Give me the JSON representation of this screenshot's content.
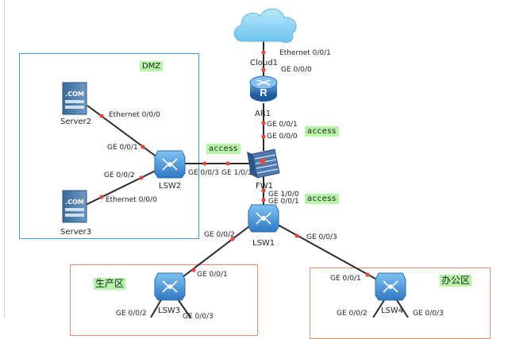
{
  "zones": {
    "dmz": "DMZ",
    "production": "生产区",
    "office": "办公区"
  },
  "tags": {
    "access_lsw2": "access",
    "access_ar1": "access",
    "access_lsw1": "access"
  },
  "devices": {
    "cloud1": "Cloud1",
    "ar1": "AR1",
    "fw1": "FW1",
    "lsw1": "LSW1",
    "lsw2": "LSW2",
    "lsw3": "LSW3",
    "lsw4": "LSW4",
    "server2": "Server2",
    "server3": "Server3",
    "server_glyph": ".COM"
  },
  "ports": {
    "cloud1_eth": "Ethernet 0/0/1",
    "ar1_ge000_top": "GE 0/0/0",
    "ar1_ge001": "GE 0/0/1",
    "fw1_ge000": "GE 0/0/0",
    "fw1_ge101": "GE 1/0/1",
    "fw1_ge100": "GE 1/0/0",
    "lsw2_ge003": "GE 0/0/3",
    "lsw2_ge001": "GE 0/0/1",
    "lsw2_ge002": "GE 0/0/2",
    "server2_eth": "Ethernet 0/0/0",
    "server3_eth": "Ethernet 0/0/0",
    "lsw1_ge001": "GE 0/0/1",
    "lsw1_ge002": "GE 0/0/2",
    "lsw1_ge003": "GE 0/0/3",
    "lsw3_ge001": "GE 0/0/1",
    "lsw3_ge002": "GE 0/0/2",
    "lsw3_ge003": "GE 0/0/3",
    "lsw4_ge001": "GE 0/0/1",
    "lsw4_ge002": "GE 0/0/2",
    "lsw4_ge003": "GE 0/0/3"
  },
  "colors": {
    "link": "#2a2a2a",
    "port_dot": "#e8453c",
    "dmz_border": "#3a9ad9",
    "zone_border": "#ef8a62",
    "tag_bg": "#b6f5a8",
    "cloud": "#8fd3f4",
    "router": "#2f6fb5",
    "switch": "#3d8fd6",
    "firewall": "#5a7fb6",
    "server": "#4f7fae"
  }
}
